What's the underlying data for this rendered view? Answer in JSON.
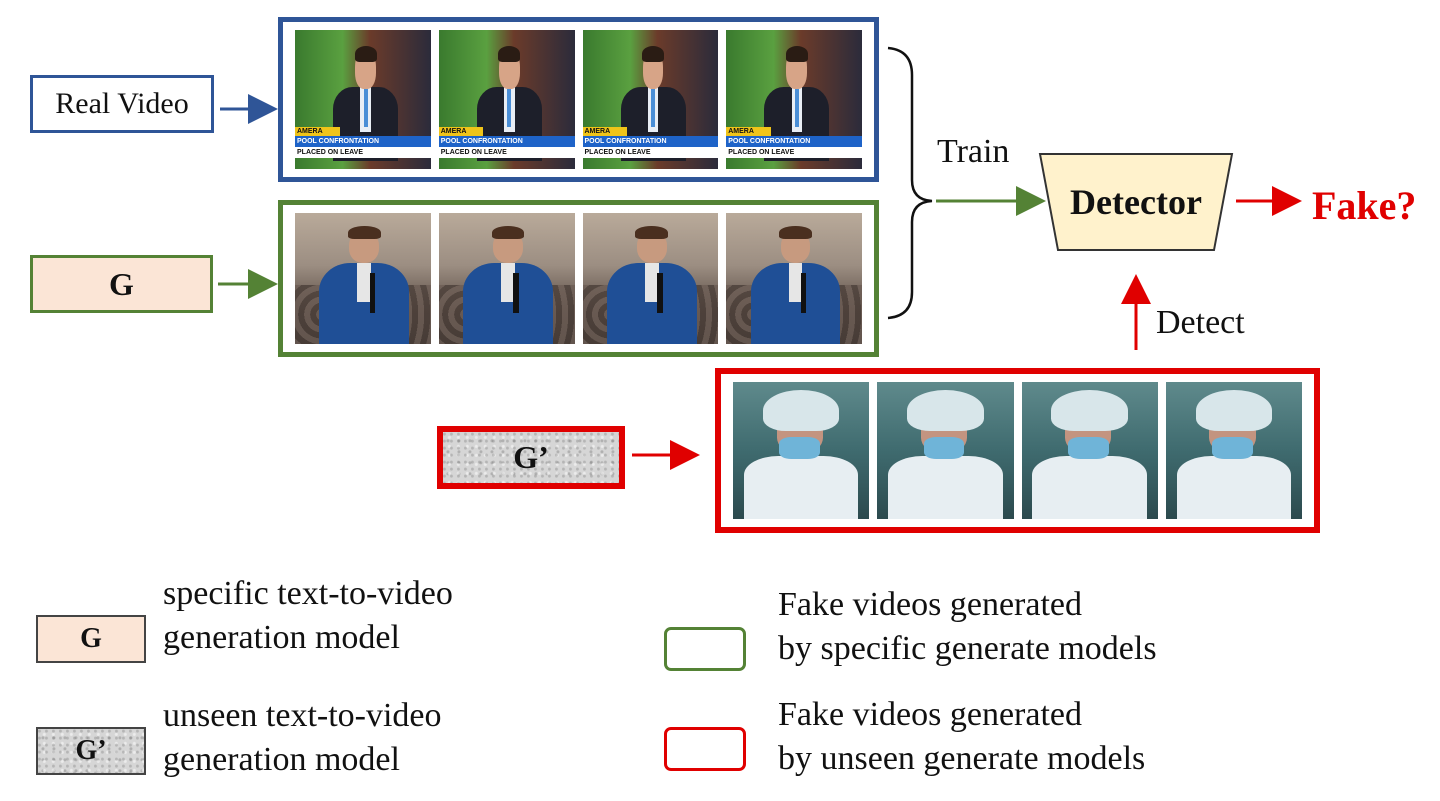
{
  "diagram": {
    "sources": {
      "real_video": "Real Video",
      "g": "G",
      "g_prime": "G’"
    },
    "real_frames": [
      {
        "ticker_top": "AMERA",
        "ticker_mid": "POOL CONFRONTATION",
        "ticker_bottom": "PLACED ON LEAVE"
      },
      {
        "ticker_top": "AMERA",
        "ticker_mid": "POOL CONFRONTATION",
        "ticker_bottom": "PLACED ON LEAVE"
      },
      {
        "ticker_top": "AMERA",
        "ticker_mid": "POOL CONFRONTATION",
        "ticker_bottom": "PLACED ON LEAVE"
      },
      {
        "ticker_top": "AMERA",
        "ticker_mid": "POOL CONFRONTATION",
        "ticker_bottom": "PLACED ON LEAVE"
      }
    ],
    "train_label": "Train",
    "detector_label": "Detector",
    "output_label": "Fake?",
    "detect_label": "Detect"
  },
  "legend": {
    "g_box": "G",
    "g_line1": "specific text-to-video",
    "g_line2": "generation model",
    "gp_box": "G’",
    "gp_line1": "unseen text-to-video",
    "gp_line2": "generation model",
    "green_line1": "Fake videos generated",
    "green_line2": "by specific generate models",
    "red_line1": "Fake videos generated",
    "red_line2": "by unseen generate models"
  },
  "colors": {
    "real_border": "#2f5597",
    "specific_border": "#548235",
    "unseen_border": "#e00000",
    "g_fill": "#fbe5d6",
    "detector_fill": "#fff2cc"
  }
}
